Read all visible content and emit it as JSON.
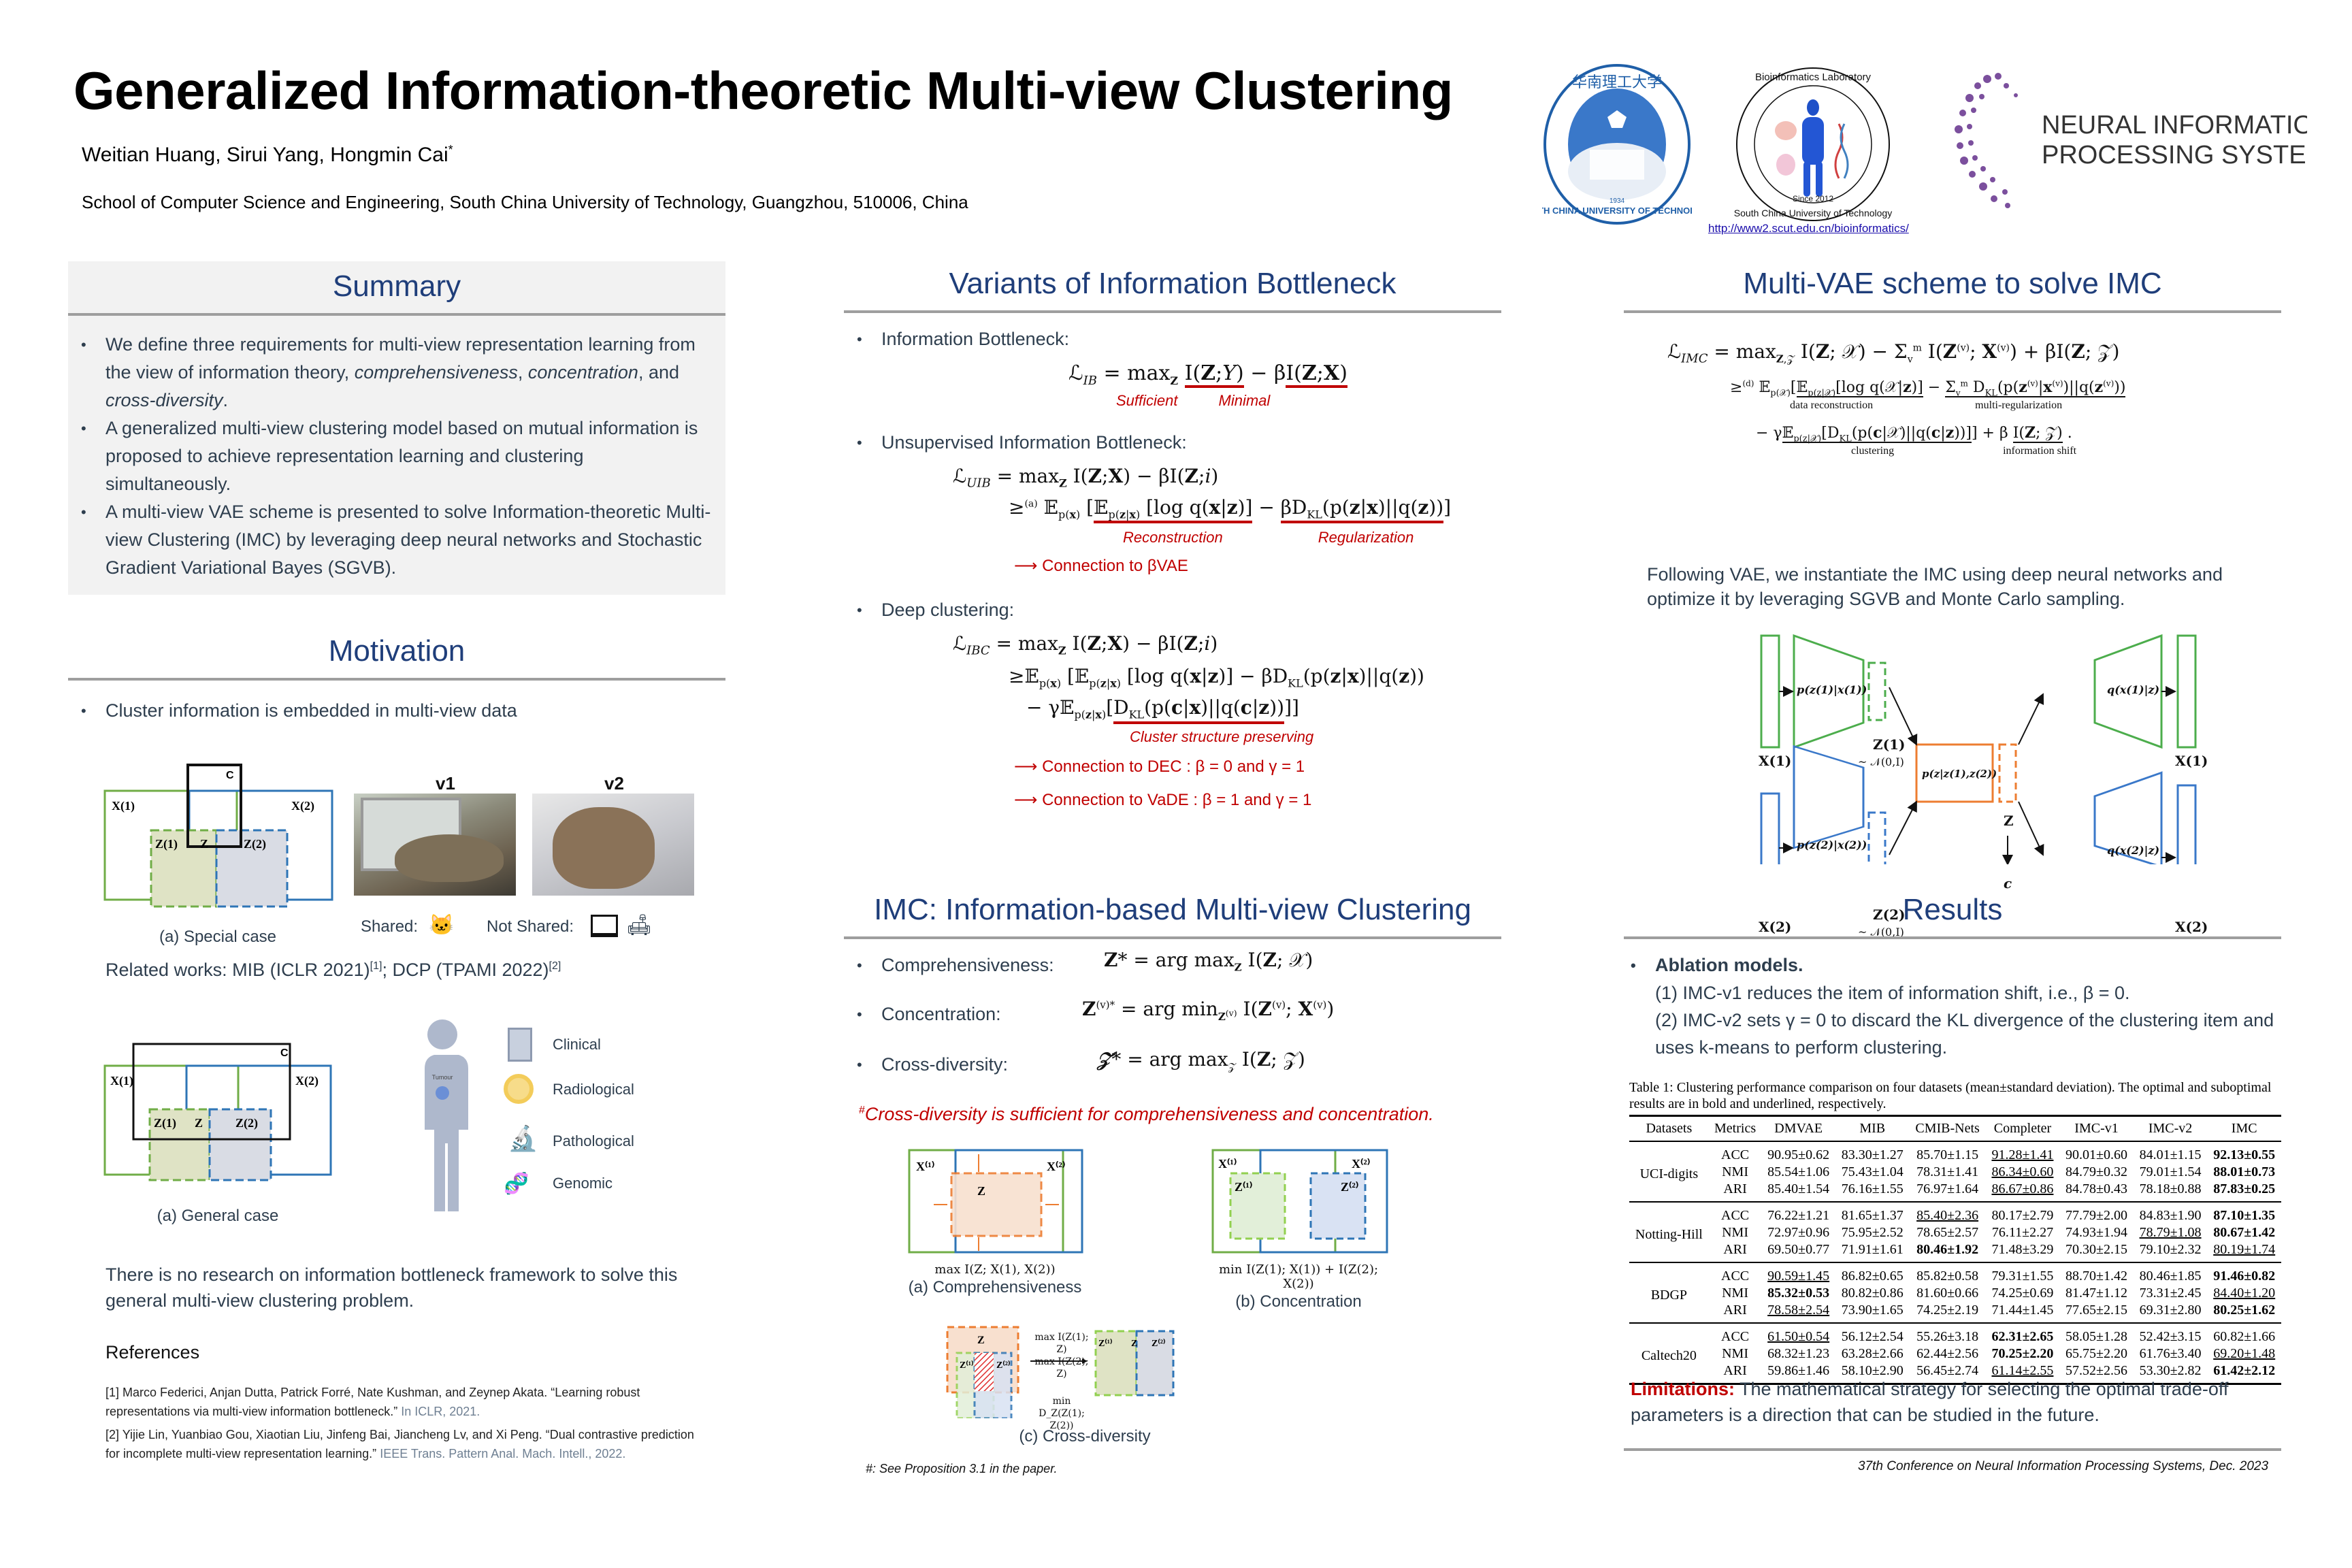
{
  "header": {
    "title": "Generalized Information-theoretic Multi-view Clustering",
    "authors": "Weitian Huang, Sirui Yang, Hongmin Cai",
    "corresponding_mark": "*",
    "affiliation": "School of Computer Science and Engineering, South China University of Technology, Guangzhou, 510006, China",
    "logos": {
      "scut": {
        "text": "SOUTH CHINA UNIVERSITY OF TECHNOLOGY",
        "year": "1934"
      },
      "bioinfo": {
        "top": "Bioinformatics Laboratory",
        "bottom": "South China University of Technology",
        "since": "Since 2012"
      },
      "neurips": {
        "line1": "NEURAL INFORMATION",
        "line2": "PROCESSING SYSTEMS"
      },
      "url": "http://www2.scut.edu.cn/bioinformatics/"
    }
  },
  "summary": {
    "title": "Summary",
    "bullets": [
      {
        "pre": "We define three requirements for multi-view representation learning from the view of information theory, ",
        "it1": "comprehensiveness",
        "mid1": ", ",
        "it2": "concentration",
        "mid2": ", and ",
        "it3": "cross-diversity",
        "post": "."
      },
      {
        "text": "A generalized multi-view clustering model based on mutual information is proposed to achieve representation learning and clustering simultaneously."
      },
      {
        "text": "A multi-view VAE scheme is presented to solve Information-theoretic Multi-view Clustering (IMC) by leveraging deep neural networks and Stochastic Gradient Variational Bayes (SGVB)."
      }
    ]
  },
  "motivation": {
    "title": "Motivation",
    "bullet": "Cluster information is embedded in multi-view data",
    "special_case_caption": "(a) Special case",
    "general_case_caption": "(a) General case",
    "diagram_labels": {
      "c": "C",
      "x1": "X(1)",
      "x2": "X(2)",
      "z1": "Z(1)",
      "z": "Z",
      "z2": "Z(2)"
    },
    "views": {
      "v1": "v1",
      "v2": "v2"
    },
    "shared_label": "Shared:",
    "not_shared_label": "Not Shared:",
    "related_works": "Related works: MIB (ICLR 2021)",
    "related_ref1": "[1]",
    "related_mid": "; DCP (TPAMI 2022)",
    "related_ref2": "[2]",
    "body_tumour": "Tumour",
    "modalities": [
      "Clinical",
      "Radiological",
      "Pathological",
      "Genomic"
    ],
    "conclusion": "There is no research on information bottleneck framework to solve this general multi-view clustering problem."
  },
  "references": {
    "title": "References",
    "items": [
      {
        "text": "[1] Marco Federici, Anjan Dutta, Patrick Forré, Nate Kushman, and Zeynep Akata. “Learning robust representations via multi-view information bottleneck.”",
        "venue": " In ICLR, 2021."
      },
      {
        "text": "[2] Yijie Lin, Yuanbiao Gou, Xiaotian Liu, Jinfeng Bai, Jiancheng Lv, and Xi Peng. “Dual contrastive prediction for incomplete multi-view representation learning.”",
        "venue": " IEEE Trans. Pattern Anal. Mach. Intell., 2022."
      }
    ]
  },
  "variants": {
    "title": "Variants of Information Bottleneck",
    "ib_label": "Information Bottleneck:",
    "ib_eq": "ℒ_IB = max_Z I(Z;Y) − βI(Z;X)",
    "ib_sufficient": "Sufficient",
    "ib_minimal": "Minimal",
    "uib_label": "Unsupervised Information Bottleneck:",
    "uib_eq1": "ℒ_UIB = max_Z I(Z;X) − βI(Z;i)",
    "uib_eq2": "≥(a) E_p(x) [E_p(z|x)[log q(x|z)] − βD_KL(p(z|x)||q(z))]",
    "uib_reconstruction": "Reconstruction",
    "uib_regularization": "Regularization",
    "uib_connection": "Connection to βVAE",
    "dc_label": "Deep clustering:",
    "ibc_eq1": "ℒ_IBC = max_Z I(Z;X) − βI(Z;i)",
    "ibc_eq2": "≥E_p(x) [E_p(z|x)[log q(x|z)] − βD_KL(p(z|x)||q(z))",
    "ibc_eq3": "− γE_p(z|x)[D_KL(p(c|x)||q(c|z))]]",
    "ibc_cluster": "Cluster structure preserving",
    "conn_dec": "Connection to DEC : β = 0 and γ = 1",
    "conn_vade": "Connection to VaDE : β = 1 and γ = 1"
  },
  "imc": {
    "title": "IMC: Information-based Multi-view Clustering",
    "items": [
      {
        "label": "Comprehensiveness:",
        "eq": "Z* = arg max_Z I(Z; 𝒳)"
      },
      {
        "label": "Concentration:",
        "eq": "Z(v)* = arg min_Z(v) I(Z(v); X(v))"
      },
      {
        "label": "Cross-diversity:",
        "eq": "𝒵* = arg max_𝒵 I(Z; 𝒵)"
      }
    ],
    "note_mark": "#",
    "note": "Cross-diversity is sufficient for comprehensiveness and concentration.",
    "fig_a_formula": "max I(Z; X(1), X(2))",
    "fig_a_caption": "(a) Comprehensiveness",
    "fig_b_formula": "min I(Z(1); X(1)) + I(Z(2); X(2))",
    "fig_b_caption": "(b) Concentration",
    "fig_c_ops": [
      "max I(Z(1); Z)",
      "max I(Z(2); Z)",
      "min D_Z(Z(1); Z(2))"
    ],
    "fig_c_caption": "(c) Cross-diversity",
    "footnote": "#: See Proposition 3.1 in the paper."
  },
  "multivae": {
    "title": "Multi-VAE scheme to solve IMC",
    "eq1": "ℒ_IMC = max_{Z,𝒵} I(Z;𝒳) − Σ_v^m I(Z(v);X(v)) + βI(Z;𝒵)",
    "eq2": "≥(d) E_p(𝒳)[E_p(z|𝒳)[log q(𝒳|z)] − Σ_v^m D_KL(p(z(v)|x(v))||q(z(v)))",
    "eq3": "− γE_p(z|𝒳)[D_KL(p(c|𝒳)||q(c|z))]] + β I(Z;𝒵) .",
    "brace_data_reconstruction": "data reconstruction",
    "brace_multi_regularization": "multi-regularization",
    "brace_clustering": "clustering",
    "brace_information_shift": "information shift",
    "description": "Following VAE, we instantiate the IMC using deep neural networks and optimize it by leveraging SGVB and Monte Carlo sampling.",
    "diagram": {
      "x1": "X(1)",
      "x2": "X(2)",
      "enc1": "p(z(1)|x(1))",
      "enc2": "p(z(2)|x(2))",
      "z1": "Z(1)",
      "z2": "Z(2)",
      "prior": "~ 𝒩(0,I)",
      "fusion": "p(z|z(1),z(2))",
      "z": "Z",
      "c": "c",
      "dec1": "q(x(1)|z)",
      "dec2": "q(x(2)|z)"
    }
  },
  "results": {
    "title": "Results",
    "ablation_title": "Ablation models.",
    "ablation_lines": [
      "(1) IMC-v1 reduces the item of information shift, i.e., β = 0.",
      "(2) IMC-v2 sets γ = 0 to discard the KL divergence of the clustering item and uses k-means to perform clustering."
    ],
    "table_caption": "Table 1: Clustering performance comparison on four datasets (mean±standard deviation). The optimal and suboptimal results are in bold and underlined, respectively.",
    "columns": [
      "Datasets",
      "Metrics",
      "DMVAE",
      "MIB",
      "CMIB-Nets",
      "Completer",
      "IMC-v1",
      "IMC-v2",
      "IMC"
    ],
    "groups": [
      {
        "dataset": "UCI-digits",
        "rows": [
          {
            "metric": "ACC",
            "values": [
              "90.95±0.62",
              "83.30±1.27",
              "85.70±1.15",
              "91.28±1.41",
              "90.01±0.60",
              "84.01±1.15",
              "92.13±0.55"
            ],
            "bold": [
              6
            ],
            "under": [
              3
            ]
          },
          {
            "metric": "NMI",
            "values": [
              "85.54±1.06",
              "75.43±1.04",
              "78.31±1.41",
              "86.34±0.60",
              "84.79±0.32",
              "79.01±1.54",
              "88.01±0.73"
            ],
            "bold": [
              6
            ],
            "under": [
              3
            ]
          },
          {
            "metric": "ARI",
            "values": [
              "85.40±1.54",
              "76.16±1.55",
              "76.97±1.64",
              "86.67±0.86",
              "84.78±0.43",
              "78.18±0.88",
              "87.83±0.25"
            ],
            "bold": [
              6
            ],
            "under": [
              3
            ]
          }
        ]
      },
      {
        "dataset": "Notting-Hill",
        "rows": [
          {
            "metric": "ACC",
            "values": [
              "76.22±1.21",
              "81.65±1.37",
              "85.40±2.36",
              "80.17±2.79",
              "77.79±2.00",
              "84.83±1.90",
              "87.10±1.35"
            ],
            "bold": [
              6
            ],
            "under": [
              2
            ]
          },
          {
            "metric": "NMI",
            "values": [
              "72.97±0.96",
              "75.95±2.52",
              "78.65±2.57",
              "76.11±2.27",
              "74.93±1.94",
              "78.79±1.08",
              "80.67±1.42"
            ],
            "bold": [
              6
            ],
            "under": [
              5
            ]
          },
          {
            "metric": "ARI",
            "values": [
              "69.50±0.77",
              "71.91±1.61",
              "80.46±1.92",
              "71.48±3.29",
              "70.30±2.15",
              "79.10±2.32",
              "80.19±1.74"
            ],
            "bold": [
              2
            ],
            "under": [
              6
            ]
          }
        ]
      },
      {
        "dataset": "BDGP",
        "rows": [
          {
            "metric": "ACC",
            "values": [
              "90.59±1.45",
              "86.82±0.65",
              "85.82±0.58",
              "79.31±1.55",
              "88.70±1.42",
              "80.46±1.85",
              "91.46±0.82"
            ],
            "bold": [
              6
            ],
            "under": [
              0
            ]
          },
          {
            "metric": "NMI",
            "values": [
              "85.32±0.53",
              "80.82±0.86",
              "81.60±0.66",
              "74.25±0.69",
              "81.47±1.12",
              "73.31±2.45",
              "84.40±1.20"
            ],
            "bold": [
              0
            ],
            "under": [
              6
            ]
          },
          {
            "metric": "ARI",
            "values": [
              "78.58±2.54",
              "73.90±1.65",
              "74.25±2.19",
              "71.44±1.45",
              "77.65±2.15",
              "69.31±2.80",
              "80.25±1.62"
            ],
            "bold": [
              6
            ],
            "under": [
              0
            ]
          }
        ]
      },
      {
        "dataset": "Caltech20",
        "rows": [
          {
            "metric": "ACC",
            "values": [
              "61.50±0.54",
              "56.12±2.54",
              "55.26±3.18",
              "62.31±2.65",
              "58.05±1.28",
              "52.42±3.15",
              "60.82±1.66"
            ],
            "bold": [
              3
            ],
            "under": [
              0
            ]
          },
          {
            "metric": "NMI",
            "values": [
              "68.32±1.23",
              "63.28±2.66",
              "62.44±2.56",
              "70.25±2.20",
              "65.75±2.20",
              "61.76±3.40",
              "69.20±1.48"
            ],
            "bold": [
              3
            ],
            "under": [
              6
            ]
          },
          {
            "metric": "ARI",
            "values": [
              "59.86±1.46",
              "58.10±2.90",
              "56.45±2.74",
              "61.14±2.55",
              "57.52±2.56",
              "53.30±2.82",
              "61.42±2.12"
            ],
            "bold": [
              6
            ],
            "under": [
              3
            ]
          }
        ]
      }
    ],
    "limitations_label": "Limitations:",
    "limitations_text": " The mathematical strategy for selecting the optimal trade-off parameters is a direction that can be studied in the future."
  },
  "footer": {
    "conference": "37th Conference on Neural Information Processing Systems, Dec. 2023"
  },
  "colors": {
    "heading": "#1f3e7a",
    "body_text": "#2e3e4e",
    "accent_red": "#c00000",
    "view1_green": "#70ad47",
    "view2_blue": "#2e75b6",
    "fusion_orange": "#ed7d31",
    "summary_bg": "#f2f2f2",
    "neurips_purple": "#7b4f9d"
  }
}
